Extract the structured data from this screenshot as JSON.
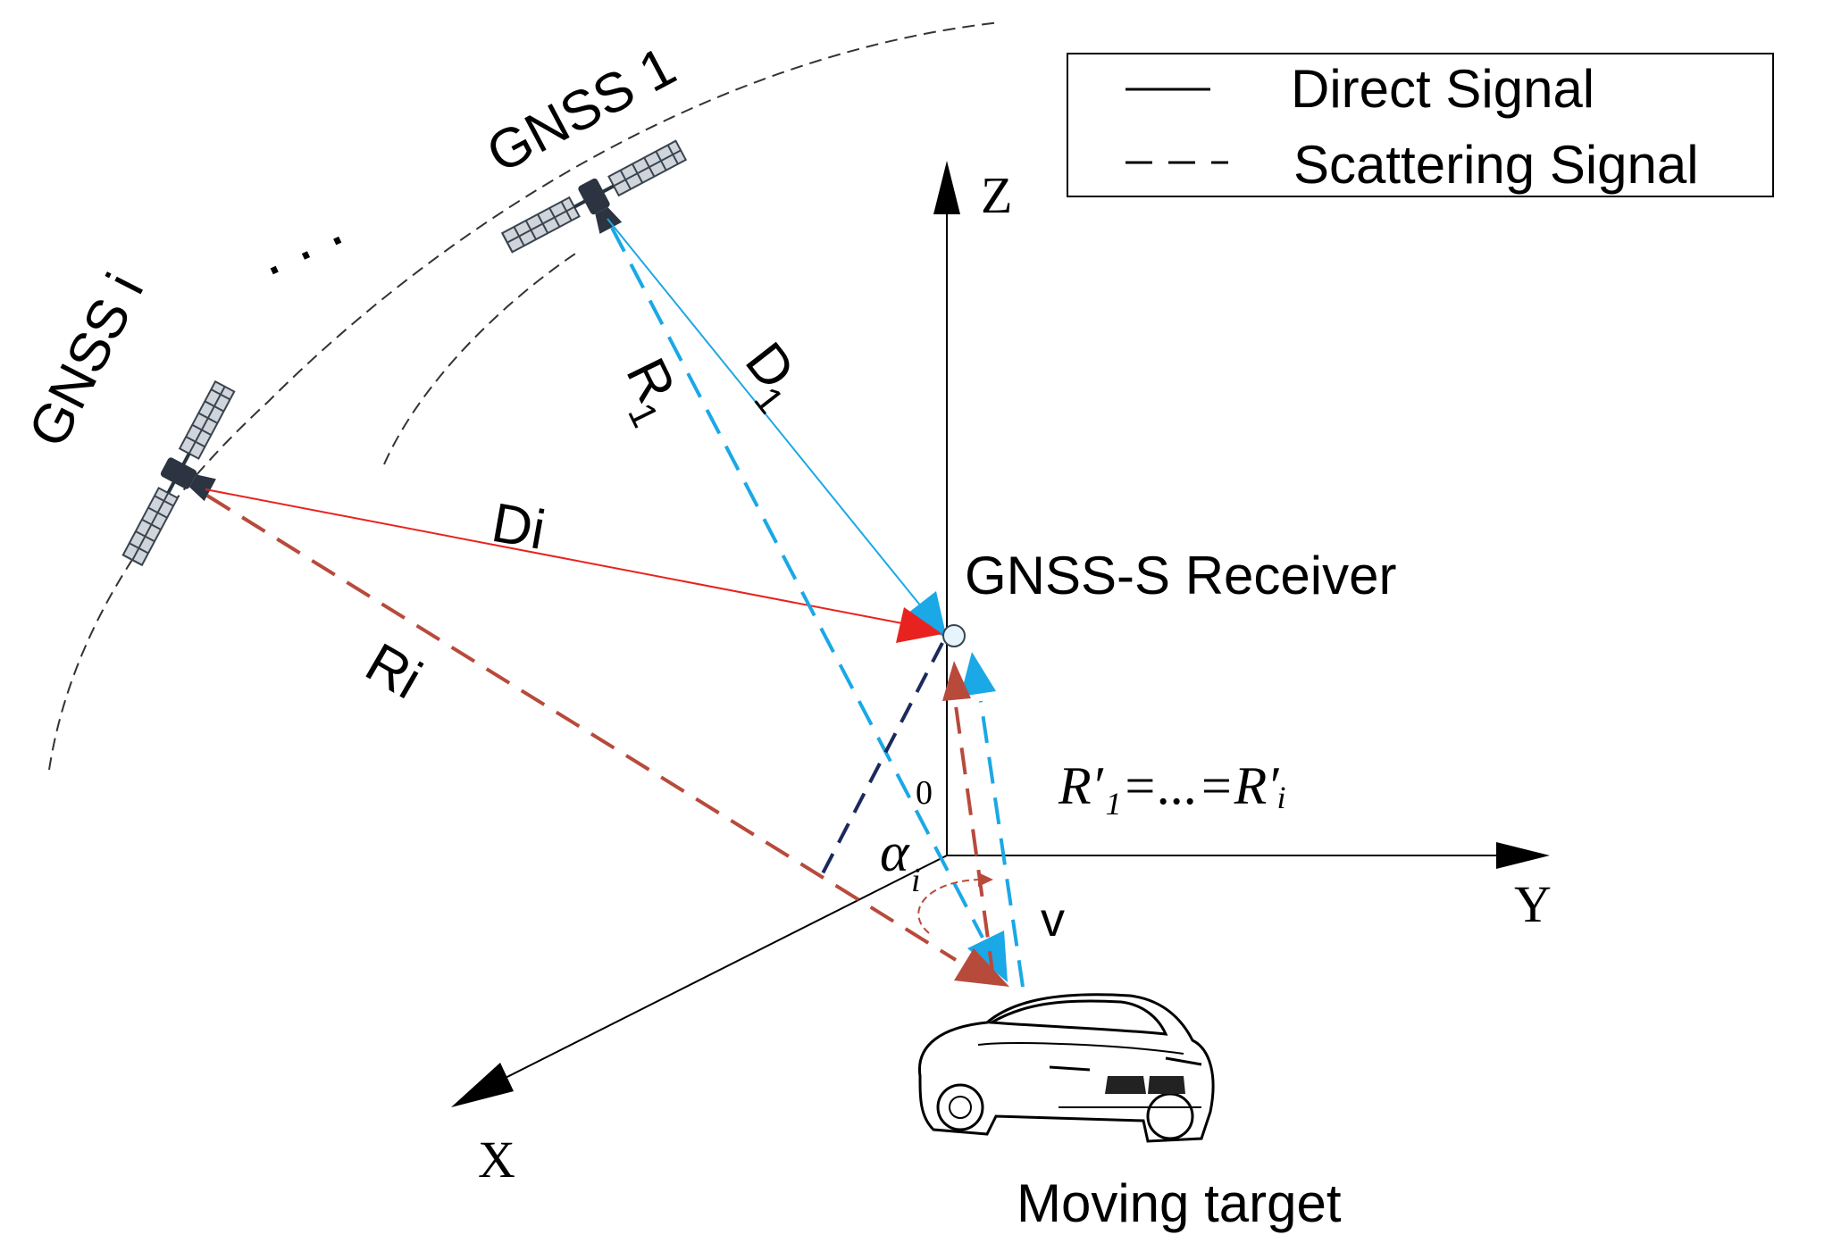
{
  "legend": {
    "direct_label": "Direct Signal",
    "scatter_label": "Scattering Signal"
  },
  "axes": {
    "z_label": "Z",
    "y_label": "Y",
    "x_label": "X",
    "origin_label": "0"
  },
  "satellites": {
    "sat1_label": "GNSS 1",
    "sati_label": "GNSS i",
    "ellipsis": ". . ."
  },
  "signals": {
    "d1_base": "D",
    "d1_sub": "1",
    "r1_base": "R",
    "r1_sub": "1",
    "di_label": "Di",
    "ri_label": "Ri"
  },
  "receiver": {
    "label": "GNSS-S Receiver"
  },
  "target": {
    "label": "Moving target",
    "velocity_label": "v"
  },
  "equation": {
    "text": "R′₁=...=R′ᵢ"
  },
  "angle": {
    "symbol": "α",
    "subscript": "i"
  },
  "colors": {
    "direct_blue": "#1aa8e6",
    "scatter_blue": "#1aa8e6",
    "direct_red": "#e8231f",
    "scatter_red": "#b84a3c",
    "navy": "#1b2a5c",
    "ink": "#000000"
  }
}
